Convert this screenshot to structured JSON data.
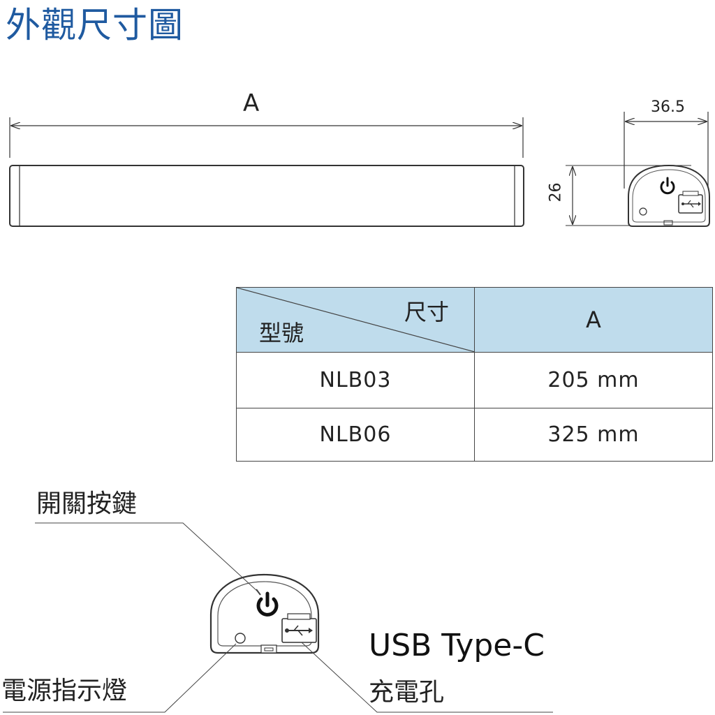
{
  "title": "外觀尺寸圖",
  "dimensions": {
    "length_label": "A",
    "depth_label": "36.5",
    "height_label": "26"
  },
  "icons": {
    "power": "power-icon",
    "usb": "usb-icon"
  },
  "colors": {
    "title": "#1f5aa0",
    "table_header_bg": "#bfdcec",
    "line": "#333333"
  },
  "table": {
    "corner_top": "尺寸",
    "corner_bottom": "型號",
    "column_header": "A",
    "rows": [
      {
        "model": "NLB03",
        "length": "205 mm"
      },
      {
        "model": "NLB06",
        "length": "325 mm"
      }
    ]
  },
  "callouts": {
    "power_button": "開關按鍵",
    "power_indicator": "電源指示燈",
    "usb_type": "USB Type-C",
    "charging_port": "充電孔"
  }
}
